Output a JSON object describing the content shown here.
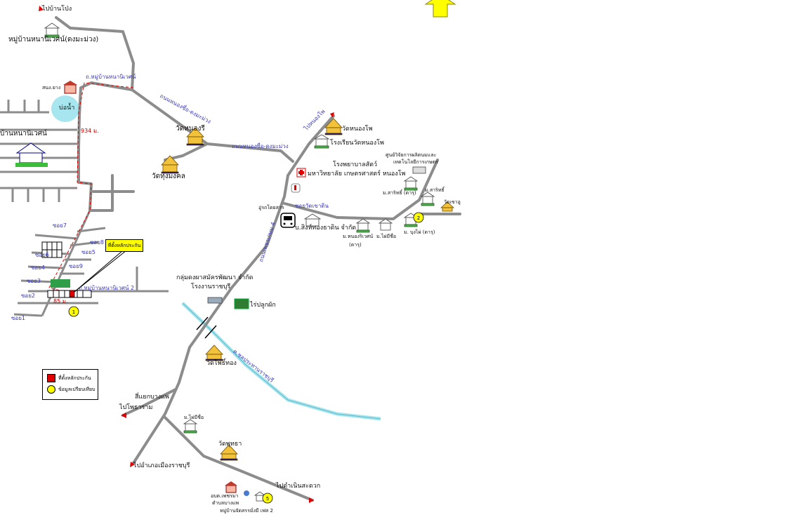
{
  "places": {
    "to_ban_pong": "ไปบ้านโป่ง",
    "village_nonghi_top": "หมู่บ้านหนานิเวศน์(ดงมะม่วง)",
    "sub_district_office": "สนง.ยาง",
    "village_road": "ถ.หมู่บ้านหนานิเวศน์",
    "pond": "บ่อน้ำ",
    "distance_934": "934 ม.",
    "village_nonghi_left": "บ้านหนานิเวศน์",
    "road_nongsue": "ถนนหนองซื่อ-ดงมะม่วง",
    "wat_nong_ori": "วัดหนองรี",
    "road_nongsue_2": "ถนนหนองซื่อ-ดงมะม่วง",
    "wat_thung_mongkhon": "วัดทุ่งมงคล",
    "to_nong_pho": "ไปหนองโพ",
    "wat_nong_pho": "วัดหนองโพ",
    "school_wat_nong_pho": "โรงเรียนวัดหนองโพ",
    "hospital": "โรงพยาบาลสัตว์",
    "university": "มหาวิทยาลัย เกษตรศาสตร์ หนองโพ",
    "research_center": "ศูนย์วิจัยการผลิตนมและ",
    "research_center_2": "เทคโนโลยีการเกษตร",
    "village_sarithi": "ม.สาริทธิ์ (ดารุ)",
    "village_sarithi_2": "ม.สาริทธิ์",
    "wat_kha_u": "วัดเขาอู",
    "bus_stop": "อู่รถโดยสาร",
    "soi": "ซอยวัดเขาดิน",
    "company": "บ.สิงห์ทองธาดิน จำกัด",
    "village_nong_ori": "ม.หนองริเวศน์",
    "village_nong_ori_2": "(ดารุ)",
    "village_nong_kha": "ม.ไผ่มีชื่อ",
    "village_phutthai": "ม. บุงไผ่ (ดารุ)",
    "highway_road": "ถนนเพชรเกษม 4",
    "company_left": "กลุ่มดงผาสมัครพัฒนา จำกัด",
    "company_left_2": "โรงงานราชบุรี",
    "farm": "ไร่ปลูกผัก",
    "wat_nong_kha": "วัดโพธิ์ทอง",
    "canal": "ค.ชลประทานราชบุรี",
    "to_photharam": "ไปโพธาราม",
    "junction": "สี่แยกบางแพ",
    "village_chiangmai": "ม.ไผ่มีชื่อ",
    "wat_phutha": "วัดพุทธา",
    "to_ratchaburi": "ไปอำเภอเมืองราชบุรี",
    "sub_office_bottom": "อบต.เพชรมา",
    "sub_office_bottom_2": "ตำบลบางแพ",
    "village_bottom": "หมู่บ้านจัดสรรมั่งมี เฟส 2",
    "to_damnoen": "ไปดำเนินสะดวก",
    "callout": "ที่ตั้งหลักประกัน",
    "soi1": "ซอย7",
    "soi2": "ซอย8",
    "soi3": "ซอย5",
    "soi4": "ซอย9",
    "soi5": "ซอย6",
    "soi6": "ซอย4",
    "soi7": "ซอย3",
    "soi8": "ซอย2",
    "soi9": "ซอย1",
    "village_road_2": "ถ.หมู่บ้านหนานิเวศน์ 2",
    "distance_85": "85 ม."
  },
  "markers": {
    "m1": "1",
    "m2": "2",
    "m5": "5"
  },
  "legend": {
    "collateral": "ที่ตั้งหลักประกัน",
    "comparable": "ข้อมูลเปรียบเทียบ"
  },
  "colors": {
    "road": "#8c8c8c",
    "water": "#a8e6ef",
    "route_dash": "#e00000",
    "marker": "#ffff00",
    "north_arrow": "#ffff00"
  }
}
